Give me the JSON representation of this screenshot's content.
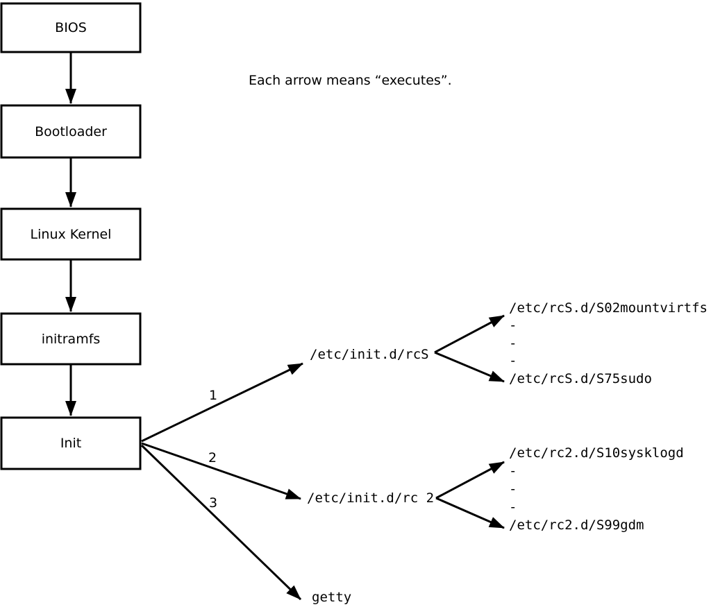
{
  "note": "Each arrow means “executes”.",
  "flow_boxes": [
    {
      "label": "BIOS"
    },
    {
      "label": "Bootloader"
    },
    {
      "label": "Linux Kernel"
    },
    {
      "label": "initramfs"
    },
    {
      "label": "Init"
    }
  ],
  "init_branches": [
    {
      "number": "1",
      "target": "/etc/init.d/rcS"
    },
    {
      "number": "2",
      "target": "/etc/init.d/rc 2"
    },
    {
      "number": "3",
      "target": "getty"
    }
  ],
  "rcS_scripts": [
    "/etc/rcS.d/S02mountvirtfs",
    "-",
    "-",
    "-",
    "/etc/rcS.d/S75sudo"
  ],
  "rc2_scripts": [
    "/etc/rc2.d/S10sysklogd",
    "-",
    "-",
    "-",
    "/etc/rc2.d/S99gdm"
  ],
  "colors": {
    "line": "#000000",
    "background": "#ffffff"
  }
}
